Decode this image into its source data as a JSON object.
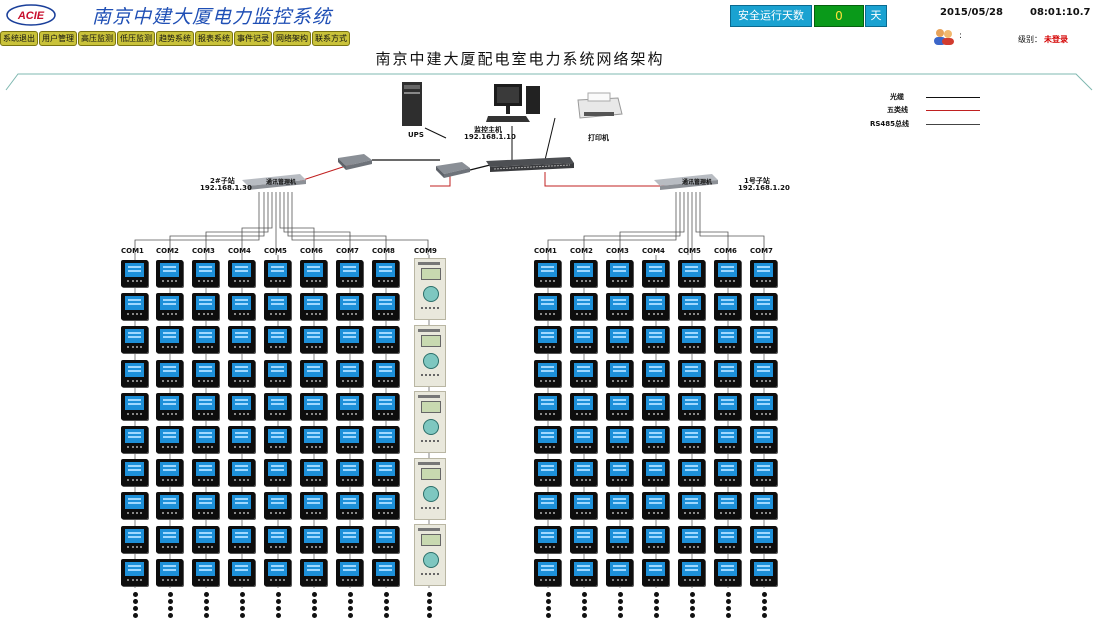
{
  "header": {
    "logo_text": "ACIE",
    "app_title": "南京中建大厦电力监控系统",
    "safe_days_label": "安全运行天数",
    "safe_days_value": "0",
    "safe_days_unit": "天",
    "date": "2015/05/28",
    "time": "08:01:10.7",
    "user_colon": ":",
    "level_label": "级别：",
    "level_value": "未登录"
  },
  "menu": [
    {
      "label": "系统退出"
    },
    {
      "label": "用户管理"
    },
    {
      "label": "高压监测"
    },
    {
      "label": "低压监测"
    },
    {
      "label": "趋势系统"
    },
    {
      "label": "报表系统"
    },
    {
      "label": "事件记录"
    },
    {
      "label": "网络架构"
    },
    {
      "label": "联系方式"
    }
  ],
  "page_title": "南京中建大厦配电室电力系统网络架构",
  "network": {
    "ups_label": "UPS",
    "host_label": "监控主机",
    "host_ip": "192.168.1.10",
    "printer_label": "打印机",
    "left_station_name": "2#子站",
    "left_station_ip": "192.168.1.30",
    "right_station_name": "1号子站",
    "right_station_ip": "192.168.1.20",
    "switch_label": "通讯管理机"
  },
  "legend": [
    {
      "label": "光缆",
      "color": "#111111"
    },
    {
      "label": "五类线",
      "color": "#c02020"
    },
    {
      "label": "RS485总线",
      "color": "#444444"
    }
  ],
  "left_group": {
    "ports": [
      "COM1",
      "COM2",
      "COM3",
      "COM4",
      "COM5",
      "COM6",
      "COM7",
      "COM8",
      "COM9"
    ],
    "meter_rows": 10,
    "relay_count": 5
  },
  "right_group": {
    "ports": [
      "COM1",
      "COM2",
      "COM3",
      "COM4",
      "COM5",
      "COM6",
      "COM7"
    ],
    "meter_rows": 10
  },
  "colors": {
    "title_blue": "#1f4fb5",
    "menu_bg": "#c9c23a",
    "safe_bg": "#1aa2d1",
    "safe_value_bg": "#0a9a1a",
    "meter_screen": "#1d90d9",
    "frame_line": "#7fb8b0"
  },
  "icons": {
    "logo": "acie-logo",
    "user": "users-icon",
    "ups": "server-tower-icon",
    "host": "desktop-computer-icon",
    "printer": "printer-icon",
    "converter": "media-converter-icon",
    "switch": "network-switch-icon",
    "comm_manager": "comm-manager-icon",
    "meter": "power-meter-icon",
    "relay": "protection-relay-icon"
  }
}
